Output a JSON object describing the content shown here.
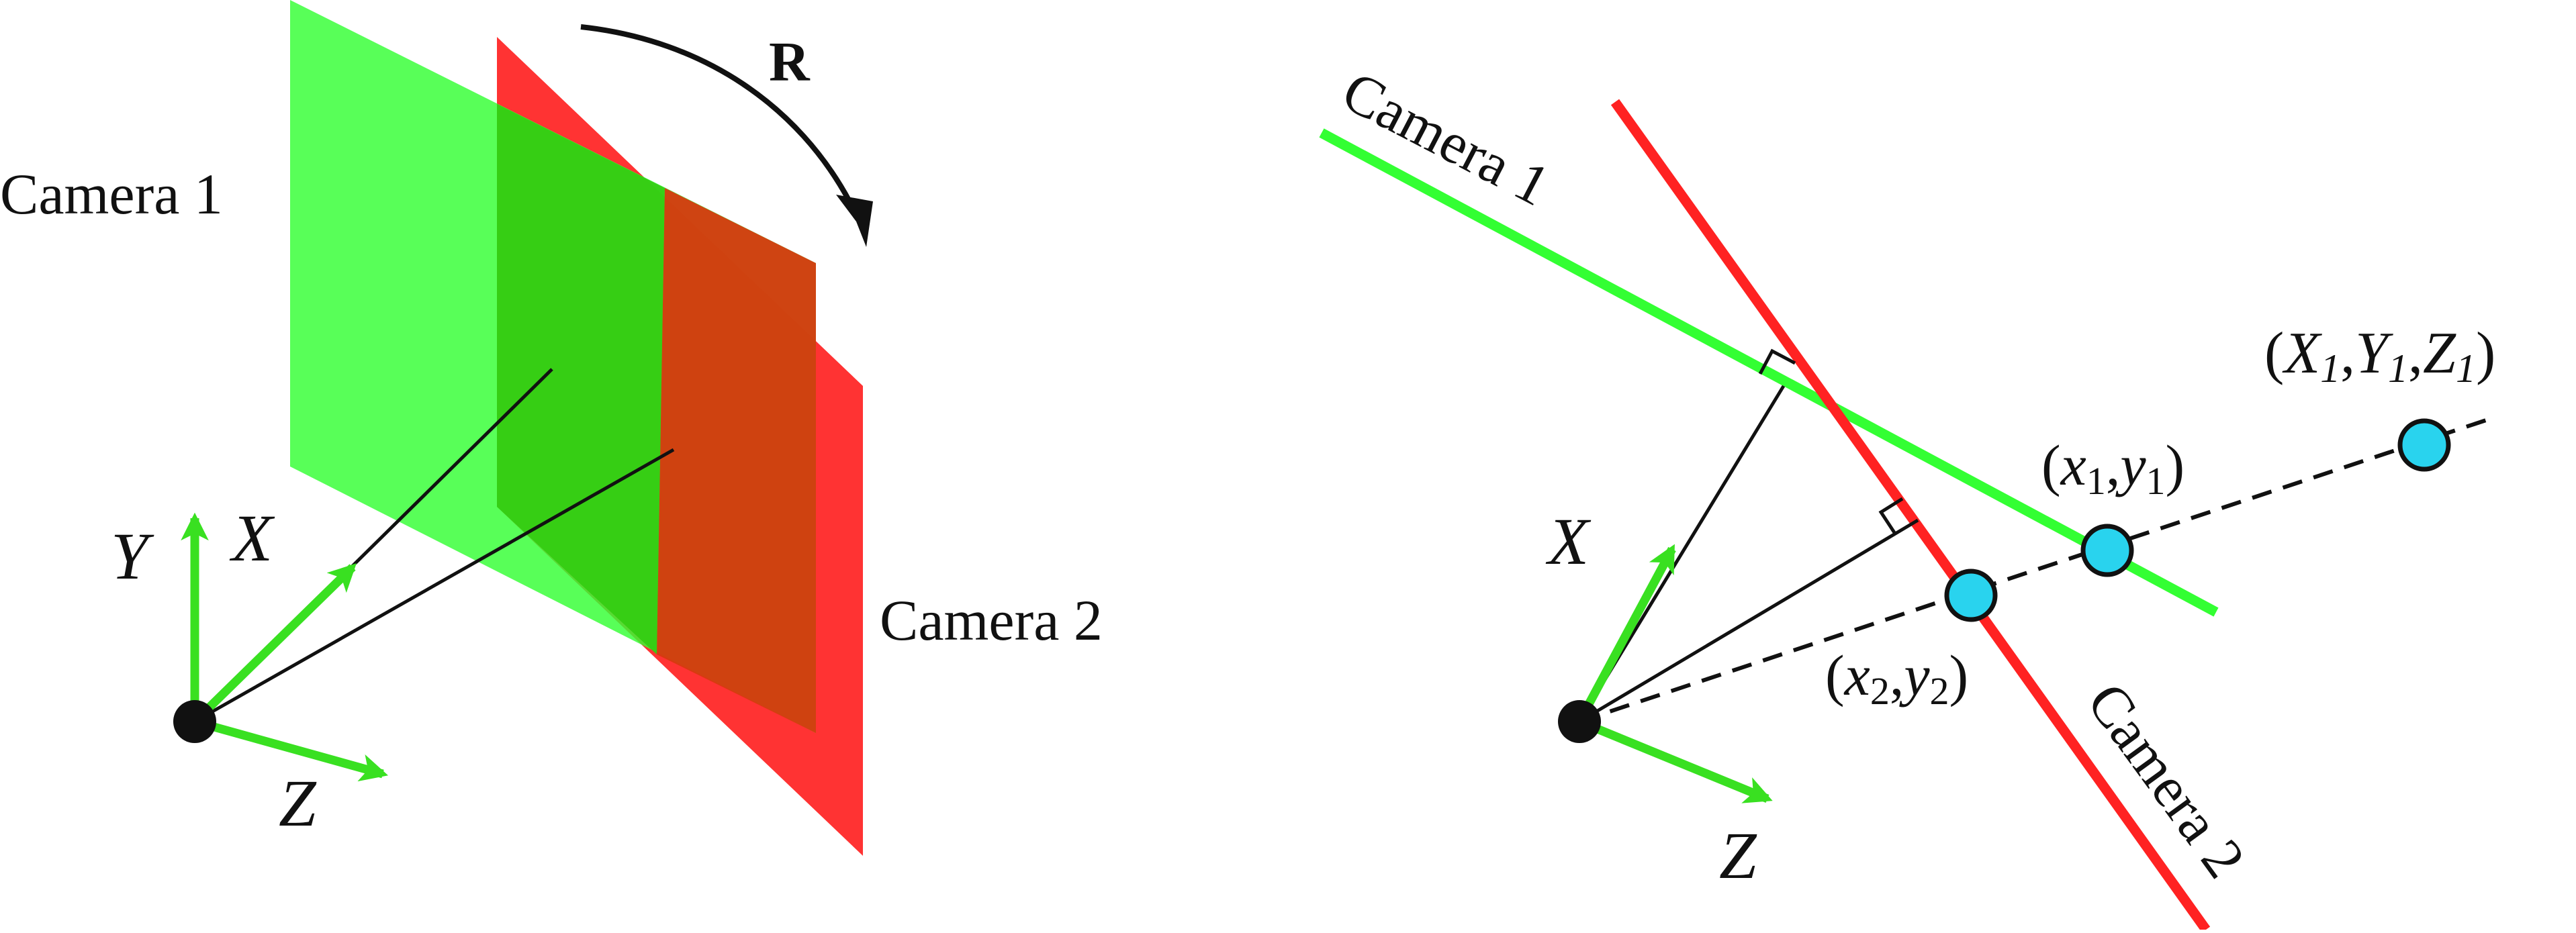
{
  "colors": {
    "camera1": "#33ff33",
    "camera1_dark": "#33cc11",
    "camera2": "#ff3333",
    "camera2_dark": "#d63a0f",
    "axis": "#39e021",
    "point": "#29d3ee",
    "ink": "#111111"
  },
  "left_panel": {
    "rotation_label": "R",
    "camera1_label": "Camera 1",
    "camera2_label": "Camera 2",
    "axis_x": "X",
    "axis_y": "Y",
    "axis_z": "Z"
  },
  "right_panel": {
    "camera1_label": "Camera 1",
    "camera2_label": "Camera 2",
    "axis_x": "X",
    "axis_z": "Z",
    "point_world": {
      "open": "(",
      "X": "X",
      "Xs": "1",
      "Y": "Y",
      "Ys": "1",
      "Z": "Z",
      "Zs": "1",
      "close": ")",
      "sep": ","
    },
    "point_cam1": {
      "open": "(",
      "x": "x",
      "xs": "1",
      "y": "y",
      "ys": "1",
      "close": ")",
      "sep": ","
    },
    "point_cam2": {
      "open": "(",
      "x": "x",
      "xs": "2",
      "y": "y",
      "ys": "2",
      "close": ")",
      "sep": ","
    }
  }
}
